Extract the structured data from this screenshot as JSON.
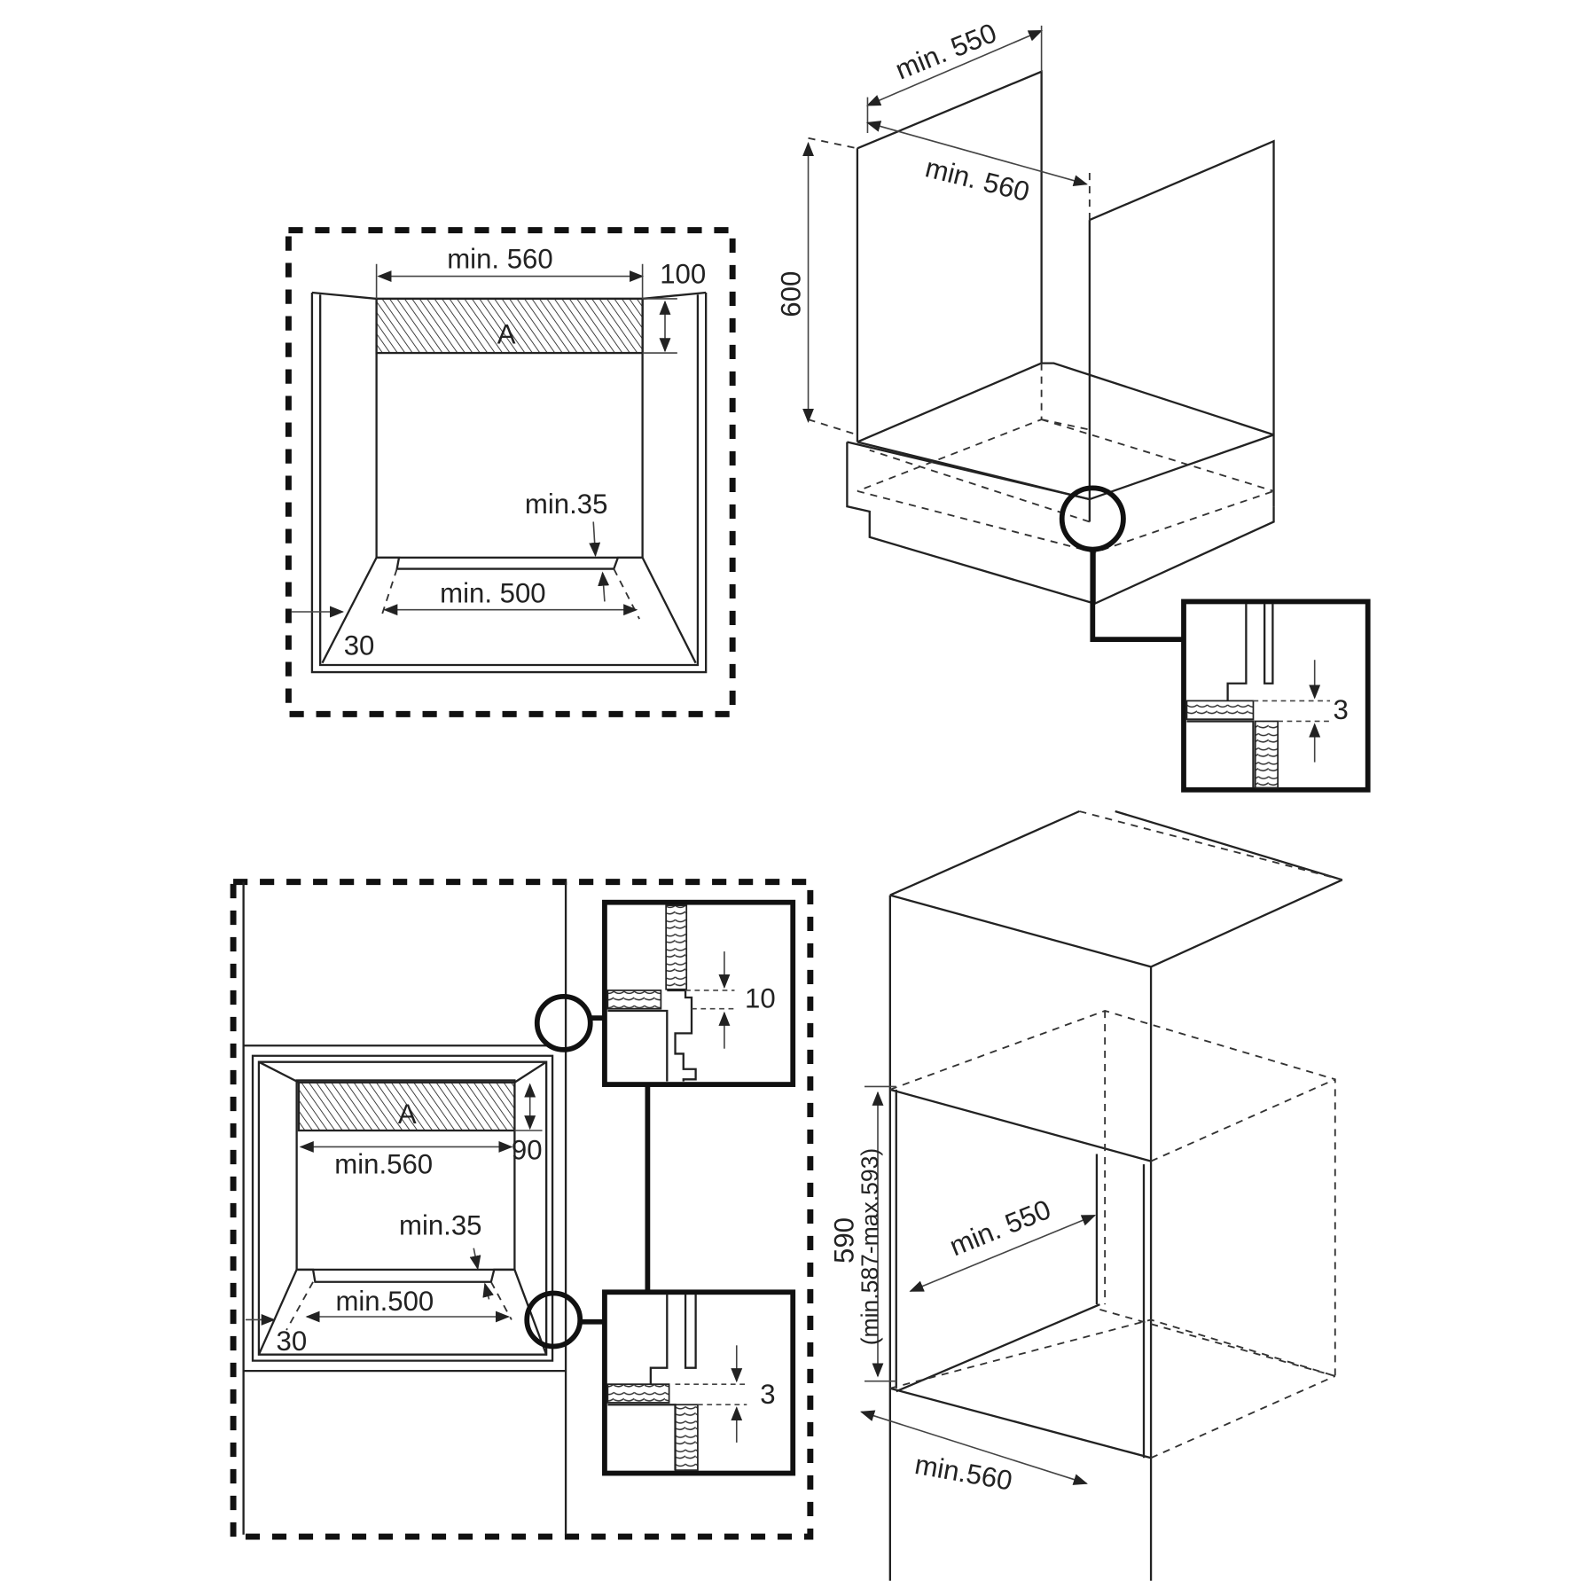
{
  "top_left": {
    "width_top": "min. 560",
    "height_right": "100",
    "hatch_label": "A",
    "gap_label": "min.35",
    "width_bottom": "min. 500",
    "side_label": "30"
  },
  "top_right": {
    "depth_label": "min. 550",
    "width_label": "min. 560",
    "height_label": "600",
    "detail_gap": "3"
  },
  "bottom_left": {
    "hatch_label": "A",
    "height_right": "90",
    "width_top": "min.560",
    "gap_label": "min.35",
    "width_bottom": "min.500",
    "side_label": "30",
    "detail_top_gap": "10",
    "detail_bottom_gap": "3"
  },
  "bottom_right": {
    "height_label": "590",
    "height_range": "(min.587-max.593)",
    "depth_label": "min. 550",
    "width_label": "min.560"
  }
}
